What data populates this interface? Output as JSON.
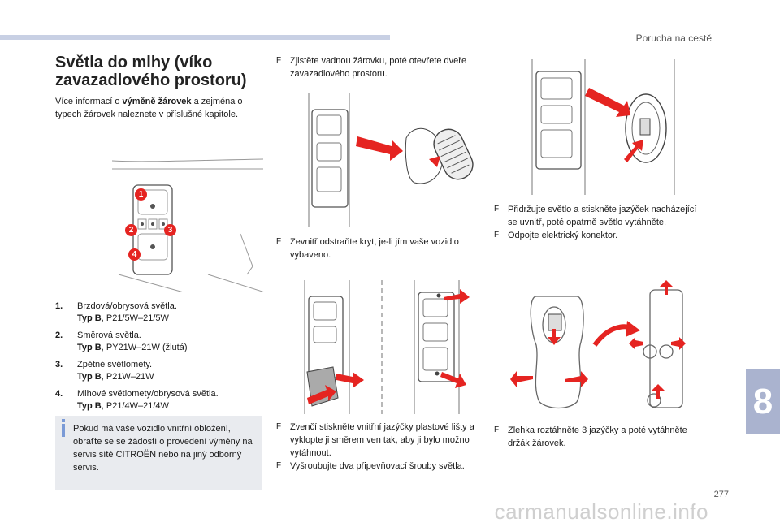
{
  "header": {
    "title": "Porucha na cestě"
  },
  "chapter": "8",
  "page_number": "277",
  "watermark": "carmanualsonline.info",
  "section": {
    "title_line1": "Světla do mlhy (víko",
    "title_line2": "zavazadlového prostoru)",
    "intro_pre": "Více informací o ",
    "intro_bold": "výměně žárovek",
    "intro_post": " a zejména o typech žárovek naleznete v příslušné kapitole."
  },
  "figure_callouts": [
    "1",
    "2",
    "3",
    "4"
  ],
  "lamps": [
    {
      "num": "1.",
      "name": "Brzdová/obrysová světla.",
      "type_label": "Typ B",
      "type_value": ", P21/5W–21/5W"
    },
    {
      "num": "2.",
      "name": "Směrová světla.",
      "type_label": "Typ B",
      "type_value": ", PY21W–21W (žlutá)"
    },
    {
      "num": "3.",
      "name": "Zpětné světlomety.",
      "type_label": "Typ B",
      "type_value": ", P21W–21W"
    },
    {
      "num": "4.",
      "name": "Mlhové světlomety/obrysová světla.",
      "type_label": "Typ B",
      "type_value": ", P21/4W–21/4W"
    }
  ],
  "info_note": "Pokud má vaše vozidlo vnitřní obložení, obraťte se se žádostí o provedení výměny na servis sítě CITROËN nebo na jiný odborný servis.",
  "bullet_glyph": "F",
  "steps": {
    "s1": [
      "Zjistěte vadnou žárovku, poté otevřete dveře zavazadlového prostoru."
    ],
    "s2": [
      "Zevnitř odstraňte kryt, je-li jím vaše vozidlo vybaveno."
    ],
    "s3": [
      "Zvenčí stiskněte vnitřní jazýčky plastové lišty a vyklopte ji směrem ven tak, aby ji bylo možno vytáhnout.",
      "Vyšroubujte dva připevňovací šrouby světla."
    ],
    "s4": [
      "Přidržujte světlo a stiskněte jazýček nacházející se uvnitř, poté opatrně světlo vytáhněte.",
      "Odpojte elektrický konektor."
    ],
    "s5": [
      "Zlehka roztáhněte 3 jazýčky a poté vytáhněte držák žárovek."
    ]
  },
  "colors": {
    "accent_red": "#e52421",
    "header_bar": "#c8d0e4",
    "chapter_tab": "#aab3cf",
    "info_box": "#e9ebef"
  }
}
